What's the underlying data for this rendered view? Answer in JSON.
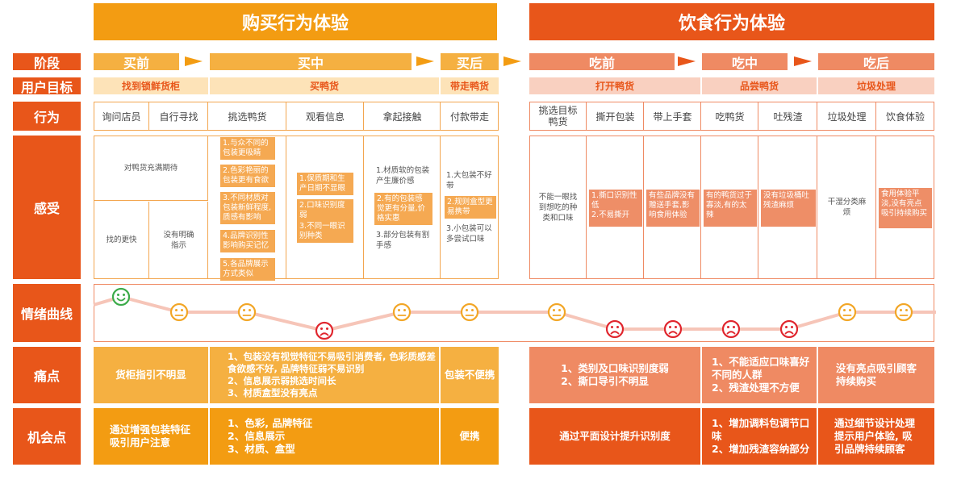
{
  "titles": {
    "left": "购买行为体验",
    "right": "饮食行为体验"
  },
  "rows": {
    "stage": "阶段",
    "goal": "用户目标",
    "behavior": "行为",
    "feeling": "感受",
    "emotion": "情绪曲线",
    "pain": "痛点",
    "opportunity": "机会点"
  },
  "stages": [
    "买前",
    "买中",
    "买后",
    "吃前",
    "吃中",
    "吃后"
  ],
  "goals": [
    "找到锁鲜货柜",
    "买鸭货",
    "带走鸭货",
    "打开鸭货",
    "品尝鸭货",
    "垃圾处理"
  ],
  "behaviors": [
    "询问店员",
    "自行寻找",
    "挑选鸭货",
    "观看信息",
    "拿起接触",
    "付款带走",
    "挑选目标鸭货",
    "撕开包装",
    "带上手套",
    "吃鸭货",
    "吐残渣",
    "垃圾处理",
    "饮食体验"
  ],
  "feelings": {
    "f1": "对鸭货充满期待",
    "f2": "找的更快",
    "f3": "没有明确指示",
    "f4": [
      "1.与众不同的包装更吸睛",
      "2.色彩艳丽的包装更有食欲",
      "3.不同材质对包装新鲜程度,质感有影响",
      "4.品牌识别性影响购买记忆",
      "5.各品牌展示方式类似"
    ],
    "f5": [
      "1.保质期和生产日期不显眼",
      "2.口味识别度弱",
      "3.不同一眼识别种类"
    ],
    "f6": [
      "1.材质软的包装产生廉价感",
      "2.有的包装感觉更有分量,价格实惠",
      "3.部分包装有割手感"
    ],
    "f7": [
      "1.大包装不好带",
      "2.规则盒型更易携带",
      "3.小包装可以多尝试口味"
    ],
    "f8": "不能一眼找到想吃的种类和口味",
    "f9": [
      "1.撕口识别性低",
      "2.不易撕开"
    ],
    "f10": "有些品牌没有赠送手套,影响食用体验",
    "f11": "有的鸭货过于寡淡,有的太辣",
    "f12": "没有垃圾桶吐残渣麻烦",
    "f13": "干湿分类麻烦",
    "f14": "食用体验平淡,没有亮点吸引持续购买"
  },
  "emotion_faces": [
    "happy",
    "neutral",
    "neutral",
    "sad",
    "neutral",
    "neutral",
    "neutral",
    "sad",
    "sad",
    "sad",
    "sad",
    "neutral",
    "neutral"
  ],
  "pains": [
    "货柜指引不明显",
    "1、包装没有视觉特征不易吸引消费者, 色彩质感差食欲感不好, 品牌特征弱不易识别\n2、信息展示弱挑选时间长\n3、材质盒型没有亮点",
    "包装不便携",
    "1、类别及口味识别度弱\n2、撕口导引不明显",
    "1、不能适应口味喜好不同的人群\n2、残渣处理不方便",
    "没有亮点吸引顾客持续购买"
  ],
  "opportunities": [
    "通过增强包装特征吸引用户注意",
    "1、色彩, 品牌特征\n2、信息展示\n3、材质、盒型",
    "便携",
    "通过平面设计提升识别度",
    "1、增加调料包调节口味\n2、增加残渣容纳部分",
    "通过细节设计处理提示用户体验, 吸引品牌持续顾客"
  ],
  "colors": {
    "label": "#e8561a",
    "buyTitle": "#f39c12",
    "eatTitle": "#e8561a",
    "buyStage": "#f5b041",
    "eatStage": "#ef8a63",
    "buyGoal": "#fde3b8",
    "eatGoal": "#f9d0c0",
    "buyPain": "#f5b041",
    "eatPain": "#ef8a63",
    "buyOpp": "#f39c12",
    "eatOpp": "#e8561a",
    "happy": "#3cab4a",
    "neutral": "#f2a626",
    "sad": "#e0262e",
    "curve": "#f6c5b8"
  }
}
